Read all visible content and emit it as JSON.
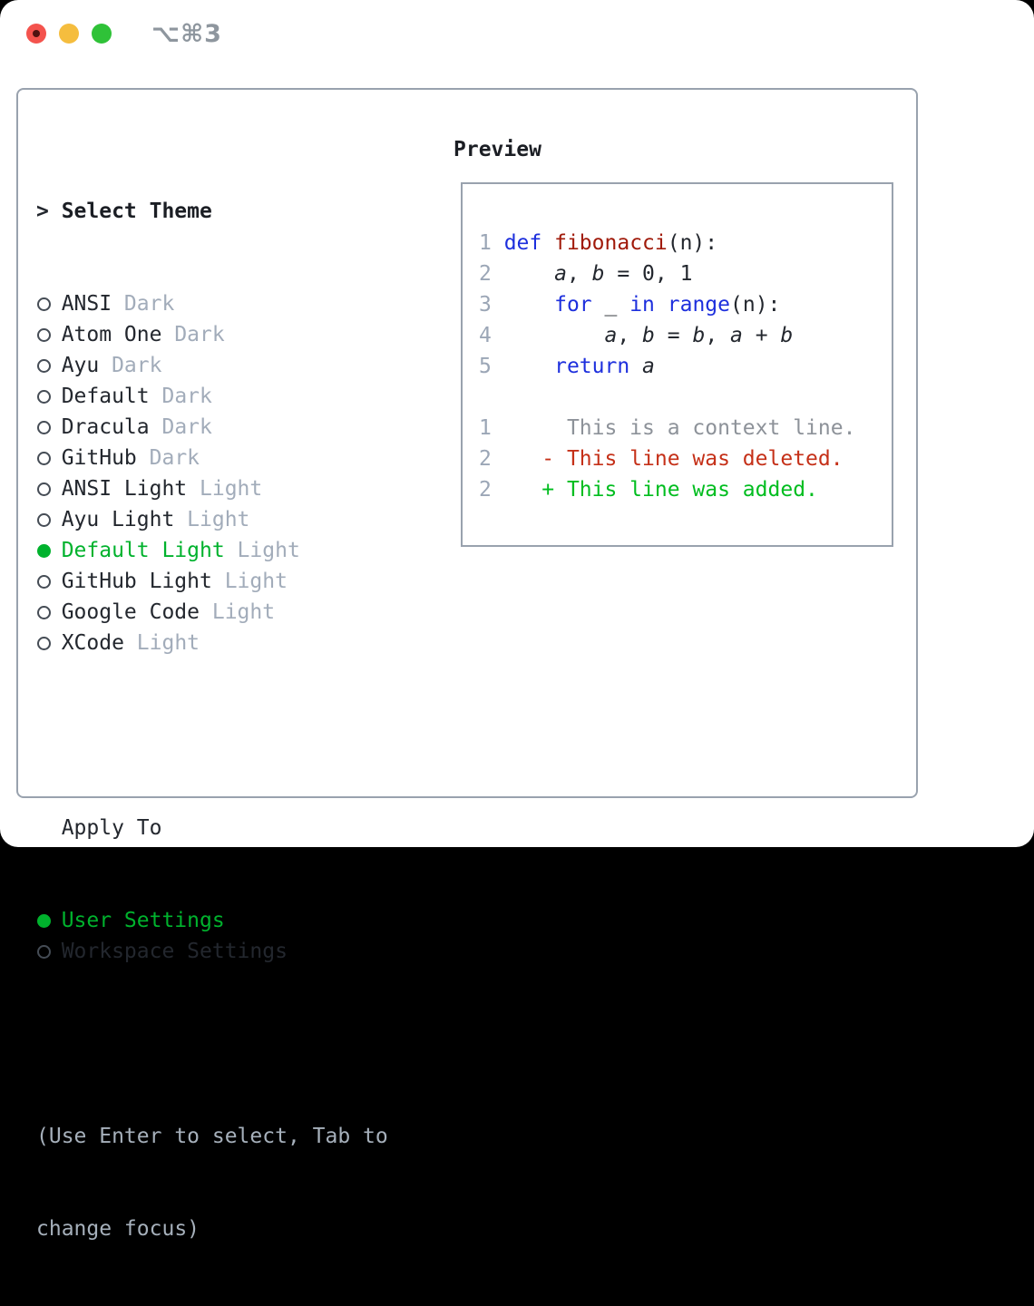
{
  "window": {
    "title": "⌥⌘3"
  },
  "colors": {
    "selection_green": "#00b22d",
    "keyword_blue": "#1d2fdd",
    "function_red": "#a01a0a",
    "deleted_red": "#c53018",
    "added_green": "#00bd1f",
    "context_gray": "#8d9299",
    "line_number_gray": "#9ba6b6",
    "muted_gray": "#a2acba",
    "border_gray": "#99a2ae",
    "text_dark": "#23272e"
  },
  "theme_list": {
    "header_prefix": ">",
    "header": "Select Theme",
    "items": [
      {
        "name": "ANSI",
        "variant": "Dark",
        "selected": false
      },
      {
        "name": "Atom One",
        "variant": "Dark",
        "selected": false
      },
      {
        "name": "Ayu",
        "variant": "Dark",
        "selected": false
      },
      {
        "name": "Default",
        "variant": "Dark",
        "selected": false
      },
      {
        "name": "Dracula",
        "variant": "Dark",
        "selected": false
      },
      {
        "name": "GitHub",
        "variant": "Dark",
        "selected": false
      },
      {
        "name": "ANSI Light",
        "variant": "Light",
        "selected": false
      },
      {
        "name": "Ayu Light",
        "variant": "Light",
        "selected": false
      },
      {
        "name": "Default Light",
        "variant": "Light",
        "selected": true
      },
      {
        "name": "GitHub Light",
        "variant": "Light",
        "selected": false
      },
      {
        "name": "Google Code",
        "variant": "Light",
        "selected": false
      },
      {
        "name": "XCode",
        "variant": "Light",
        "selected": false
      }
    ]
  },
  "apply_to": {
    "header": "Apply To",
    "items": [
      {
        "name": "User Settings",
        "selected": true
      },
      {
        "name": "Workspace Settings",
        "selected": false
      }
    ]
  },
  "hint": {
    "line1": "(Use Enter to select, Tab to",
    "line2": "change focus)"
  },
  "preview": {
    "title": "Preview",
    "lines": [
      {
        "num": "1",
        "segments": [
          {
            "t": "def",
            "c": "kw"
          },
          {
            "t": " ",
            "c": "pl"
          },
          {
            "t": "fibonacci",
            "c": "fn"
          },
          {
            "t": "(n):",
            "c": "pl"
          }
        ]
      },
      {
        "num": "2",
        "segments": [
          {
            "t": "    ",
            "c": "pl"
          },
          {
            "t": "a",
            "c": "vr"
          },
          {
            "t": ", ",
            "c": "pl"
          },
          {
            "t": "b",
            "c": "vr"
          },
          {
            "t": " = 0, 1",
            "c": "pl"
          }
        ]
      },
      {
        "num": "3",
        "segments": [
          {
            "t": "    ",
            "c": "pl"
          },
          {
            "t": "for",
            "c": "kw"
          },
          {
            "t": " _ ",
            "c": "pl"
          },
          {
            "t": "in",
            "c": "kw"
          },
          {
            "t": " ",
            "c": "pl"
          },
          {
            "t": "range",
            "c": "kw"
          },
          {
            "t": "(n):",
            "c": "pl"
          }
        ]
      },
      {
        "num": "4",
        "segments": [
          {
            "t": "        ",
            "c": "pl"
          },
          {
            "t": "a",
            "c": "vr"
          },
          {
            "t": ", ",
            "c": "pl"
          },
          {
            "t": "b",
            "c": "vr"
          },
          {
            "t": " = ",
            "c": "pl"
          },
          {
            "t": "b",
            "c": "vr"
          },
          {
            "t": ", ",
            "c": "pl"
          },
          {
            "t": "a",
            "c": "vr"
          },
          {
            "t": " + ",
            "c": "pl"
          },
          {
            "t": "b",
            "c": "vr"
          }
        ]
      },
      {
        "num": "5",
        "segments": [
          {
            "t": "    ",
            "c": "pl"
          },
          {
            "t": "return",
            "c": "kw"
          },
          {
            "t": " ",
            "c": "pl"
          },
          {
            "t": "a",
            "c": "vr"
          }
        ]
      },
      {
        "num": "",
        "segments": []
      },
      {
        "num": "1",
        "segments": [
          {
            "t": "     This is a context line.",
            "c": "ctx"
          }
        ]
      },
      {
        "num": "2",
        "segments": [
          {
            "t": "   - This line was deleted.",
            "c": "del"
          }
        ]
      },
      {
        "num": "2",
        "segments": [
          {
            "t": "   + This line was added.",
            "c": "add"
          }
        ]
      }
    ]
  }
}
